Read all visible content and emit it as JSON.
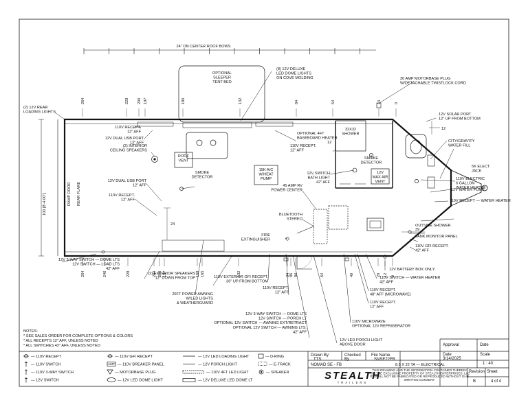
{
  "roof_bows": "24\" ON CENTER ROOF BOWS",
  "dims_top": [
    "264",
    "228",
    "200",
    "197",
    "180",
    "132",
    "84",
    "54",
    "14",
    "0"
  ],
  "dims_bottom": [
    "264",
    "246",
    "228",
    "204",
    "200",
    "197",
    "168",
    "165",
    "132",
    "94",
    "86",
    "84",
    "64",
    "40",
    "20",
    "12",
    "0"
  ],
  "dim_side": "100 [8'-4.00\"]",
  "dim_24": "24",
  "dim_12": "12",
  "dim_12b": "12",
  "dim_39": "39",
  "ramp_door": "RAMP DOOR",
  "rear_flare": "REAR FLARE",
  "labels": {
    "rear_loading_lights": "(2) 12V REAR\nLOADING LIGHTS",
    "sleeper_tent": "OPTIONAL\nSLEEPER\nTENT BED",
    "led_dome_lights": "(8) 12V DELUXE\nLED DOME LIGHTS\nON COVE MOLDING",
    "motorbase_plug": "30 AMP MOTORBASE PLUG\nW/DETACHABLE TWISTLOCK CORD",
    "recept_top": "110V RECEPT.\n12\" AFF",
    "usb_top": "12V DUAL USB PORT\n12\" AFF",
    "ceiling_speakers": "(2) INTERIOR\nCEILING SPEAKERS",
    "roof_vent": "ROOF\nVENT",
    "ac": "15K A/C\nW/HEAT\nPUMP",
    "baseboard_heater": "OPTIONAL 4FT\nBASEBOARD HEATER",
    "recept_mid": "110V RECEPT.\n12\" AFF",
    "shower": "32X32\nSHOWER",
    "solar_port": "12V SOLAR PORT\n12\" UP FROM BOTTOM",
    "city_water": "CITY/GRAVITY\nWATER FILL",
    "jack": "5K ELECT.\nJACK",
    "water_heater": "110V ELECTRIC\n6 GALLON\nWATER HEATER",
    "water_pump": "12V WATER PUMP",
    "recept_water_heater": "110V RECEPT — WATER HEATER",
    "smoke_bath": "SMOKE\nDETECTOR",
    "bath_light": "12V SWITCH\nBATH LIGHT\n42\" AFF",
    "vent_fan": "12V\nMAX AIR\nVENT",
    "usb_mid": "12V DUAL USB PORT\n12\" AFF",
    "smoke_main": "SMOKE\nDETECTOR",
    "recept_left": "110V RECEPT.\n12\" AFF",
    "power_center": "45 AMP RV\nPOWER CENTER",
    "bluetooth": "BLUETOOTH\nSTEREO",
    "fire_ext": "FIRE\nEXTINGUISHER",
    "outside_shower": "OUTSIDE SHOWER",
    "tank_monitor": "TANK MONITOR PANEL",
    "gfi_recept": "110V GFI RECEPT.\n42\" AFF",
    "battery_box": "12V BATTERY BOX ONLY",
    "switch_water_heater": "110V SWITCH — WATER HEATER\n42\" AFF",
    "recept_microwave": "110V RECEPT.\n48\" AFF (MICROWAVE)",
    "recept_12": "110V RECEPT.\n12\" AFF",
    "microwave_fridge": "110V MICROWAVE\nOPTIONAL 12V REFRIGERATOR",
    "porch_light": "12V LED PORCH LIGHT\nABOVE DOOR",
    "switch_dome_bottom": "12V 3-WAY SWITCH — DOME LTS\n12V SWITCH — PORCH LT\nOPTIONAL 12V SWITCH — AWNING EXT/RETRACT\nOPTIONAL 12V SWITCH — AWNING LTS.\n42\" AFF",
    "recept_bottom": "110V RECEPT.\n12\" AFF",
    "exterior_gfi": "110V EXTERIOR GFI RECEPT.\n36\" UP FROM BOTTOM",
    "power_awning": "20FT POWER AWNING\nW/LED LIGHTS\n& WEATHERGUARD",
    "exterior_speakers": "(2) EXTERIOR SPEAKERS\n12\" DOWN FROM TOP",
    "switch_left": "12V 3-WAY SWITCH — DOME LTS\n12V SWITCH — LOAD LTS\n42\" AFF"
  },
  "notes": "NOTES:\n* SEE SALES ORDER FOR COMPLETE OPTIONS & COLORS\n* ALL RECEPTS 12\" AFF, UNLESS NOTED\n* ALL SWITCHES 42\" AFF, UNLESS NOTED",
  "legend": [
    {
      "sym": "recept",
      "label": "— 110V RECEPT"
    },
    {
      "sym": "switch",
      "label": "— 110V SWITCH"
    },
    {
      "sym": "switch3",
      "label": "— 110V 3-WAY SWITCH"
    },
    {
      "sym": "switch12",
      "label": "— 12V  SWITCH"
    },
    {
      "sym": "gfi",
      "label": "— 110V GFI RECEPT"
    },
    {
      "sym": "panel",
      "label": "— 110V BREAKER PANEL"
    },
    {
      "sym": "plug",
      "label": "— MOTORBASE PLUG"
    },
    {
      "sym": "dome",
      "label": "— 12V LED DOME LIGHT"
    },
    {
      "sym": "loading",
      "label": "— 12V LED LOADING LIGHT"
    },
    {
      "sym": "porch",
      "label": "— 12V  PORCH LIGHT"
    },
    {
      "sym": "led4ft",
      "label": "— 110V 4FT LED LIGHT"
    },
    {
      "sym": "deluxe",
      "label": "— 12V DELUXE LED DOME LT"
    },
    {
      "sym": "dring",
      "label": "— D-RING"
    },
    {
      "sym": "etrack",
      "label": "— E-TRACK"
    },
    {
      "sym": "speaker",
      "label": "— SPEAKER"
    }
  ],
  "panel_abbr": "AMP",
  "title_block": {
    "drawn_by_label": "Drawn By",
    "drawn_by": "TTS",
    "checked_label": "Checked\nBy",
    "file_label": "File Name",
    "file_name": "SNSE22FB",
    "model": "NOMAD SE - FB",
    "title": "8.5 X 22 TA  —  ELECTRICAL",
    "approval_label": "Approval",
    "date_label": "Date",
    "date_label2": "Date",
    "date": "3/14/2025",
    "scale_label": "Scale",
    "scale": "1 : 40",
    "revision_label": "Revision",
    "revision": "B",
    "sheet_label": "Sheet",
    "sheet": "4 of 4",
    "brand": "STEALTH",
    "brand_sub": "TRAILERS",
    "disclaimer": "THIS DRAWING AND THE INFORMATION CONTAINED THEREIN\nARE THE EXCLUSIVE PROPERTY OF STEALTH ENTERPRISES, LLC\nIT SHALL NOT BE FABRICATED OR REPRODUCED WITHOUT OUR\nWRITTEN CONSENT"
  }
}
